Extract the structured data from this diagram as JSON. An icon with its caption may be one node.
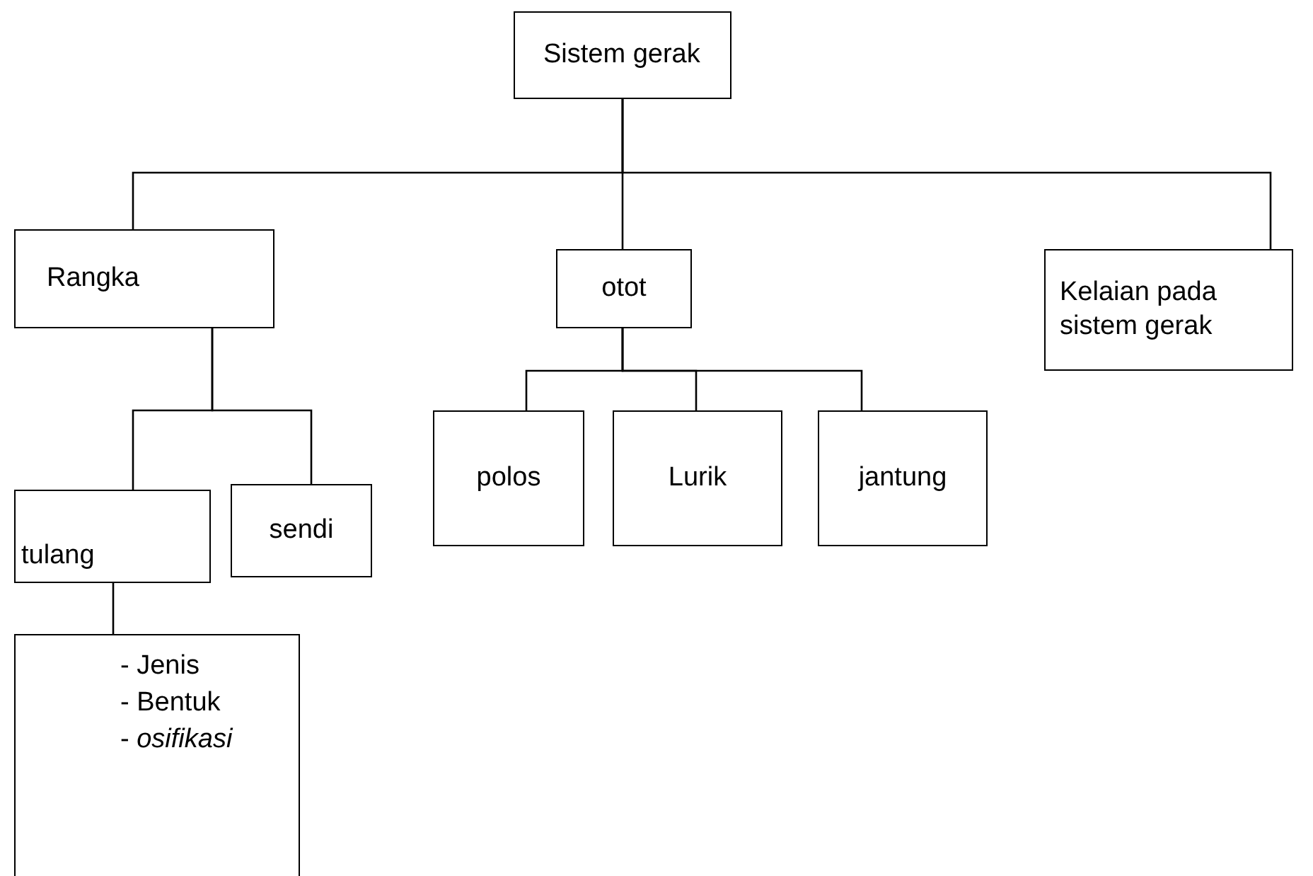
{
  "diagram": {
    "nodes": [
      {
        "text": [
          "Sistem gerak"
        ]
      },
      {
        "text": [
          "Rangka"
        ]
      },
      {
        "text": [
          "otot"
        ]
      },
      {
        "text": [
          "Kelaian pada sistem gerak"
        ]
      },
      {
        "text": [
          "tulang"
        ]
      },
      {
        "text": [
          "sendi"
        ]
      },
      {
        "text": [
          "polos"
        ]
      },
      {
        "text": [
          "Lurik"
        ]
      },
      {
        "text": [
          "jantung"
        ]
      },
      {
        "text": [
          "- Jenis",
          "- Bentuk",
          "- *osifikasi*"
        ]
      }
    ],
    "edges": [
      {
        "from": 0,
        "to": 1,
        "arrow": "none"
      },
      {
        "from": 0,
        "to": 2,
        "arrow": "none"
      },
      {
        "from": 0,
        "to": 3,
        "arrow": "none"
      },
      {
        "from": 1,
        "to": 4,
        "arrow": "none"
      },
      {
        "from": 1,
        "to": 5,
        "arrow": "none"
      },
      {
        "from": 2,
        "to": 6,
        "arrow": "none"
      },
      {
        "from": 2,
        "to": 7,
        "arrow": "none"
      },
      {
        "from": 2,
        "to": 8,
        "arrow": "none"
      },
      {
        "from": 4,
        "to": 9,
        "arrow": "none"
      }
    ]
  }
}
